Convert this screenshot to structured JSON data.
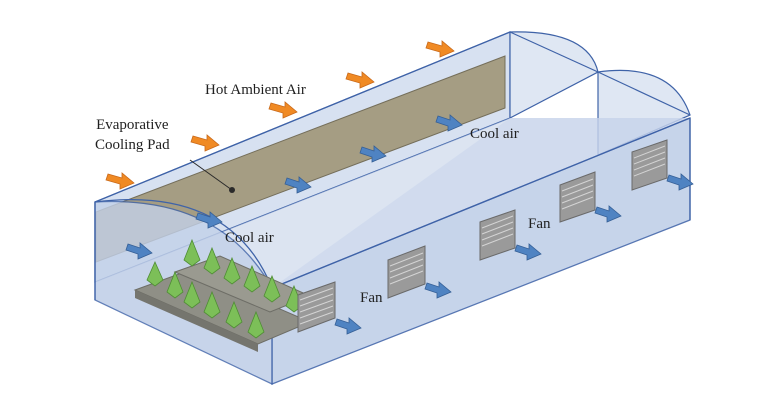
{
  "labels": {
    "hot_air": "Hot Ambient Air",
    "pad_line1": "Evaporative",
    "pad_line2": "Cooling Pad",
    "cool_air_left": "Cool air",
    "cool_air_right": "Cool air",
    "fan_left": "Fan",
    "fan_right": "Fan"
  },
  "colors": {
    "hot_arrow": "#f08a24",
    "cool_arrow": "#4f83c2",
    "pad": "#a39a7e",
    "glass": "#cfdbee",
    "frame": "#3f63a8",
    "plant": "#7cbf58",
    "fan": "#9a9a9a"
  }
}
